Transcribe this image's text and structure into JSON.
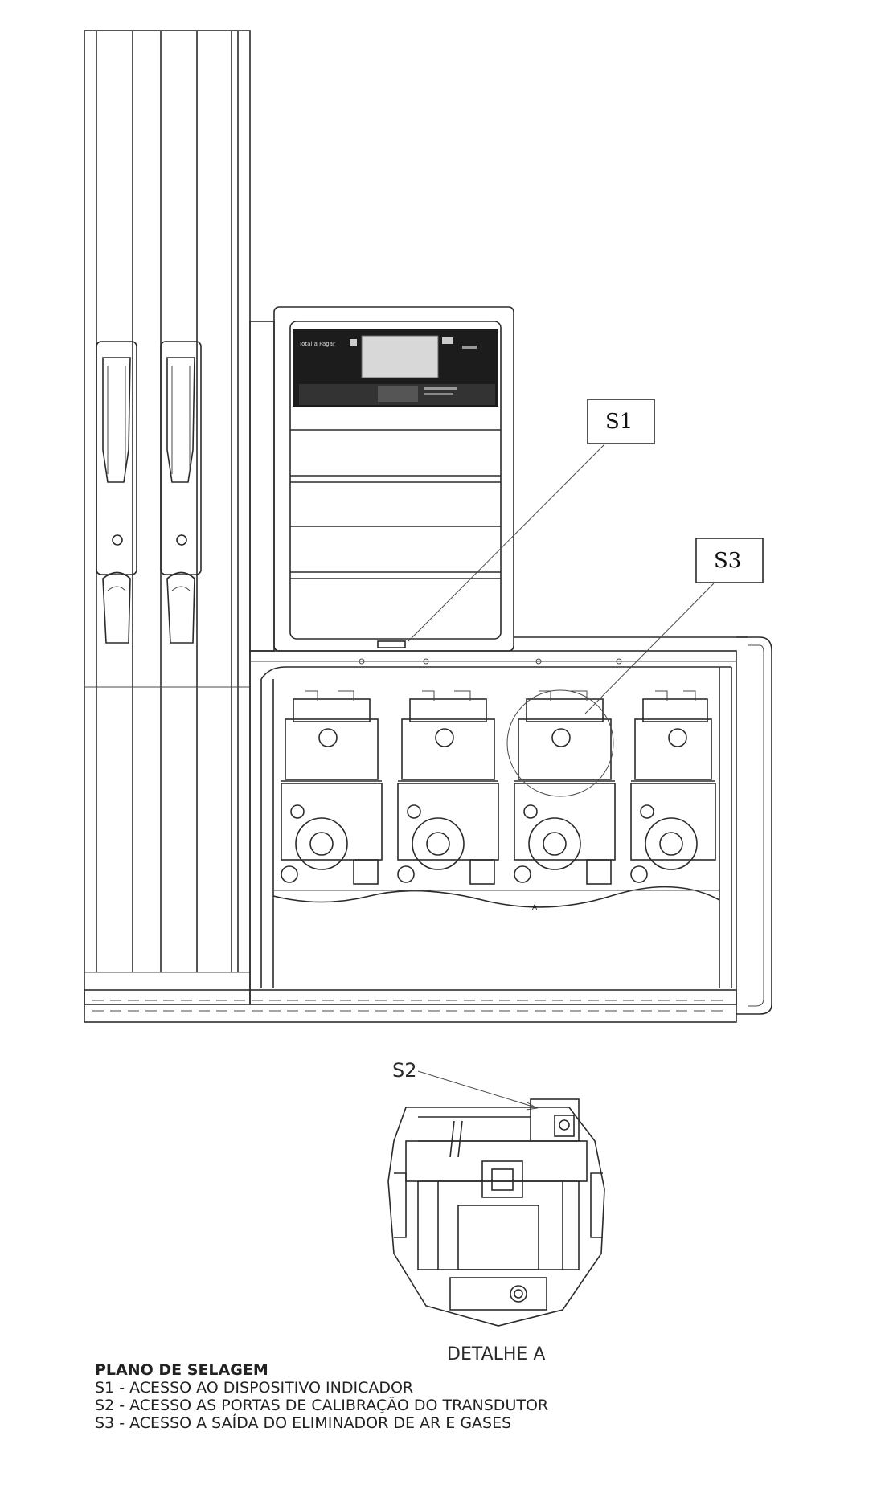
{
  "callouts": {
    "s1": "S1",
    "s2": "S2",
    "s3": "S3"
  },
  "display": {
    "brand_text": "Total a Pagar"
  },
  "detail": {
    "caption": "DETALHE A",
    "marker": "A"
  },
  "legend": {
    "title": "PLANO DE SELAGEM",
    "items": [
      "S1 - ACESSO AO DISPOSITIVO INDICADOR",
      "S2 - ACESSO AS PORTAS DE CALIBRAÇÃO DO TRANSDUTOR",
      "S3 - ACESSO A SAÍDA DO ELIMINADOR DE AR E GASES"
    ]
  }
}
